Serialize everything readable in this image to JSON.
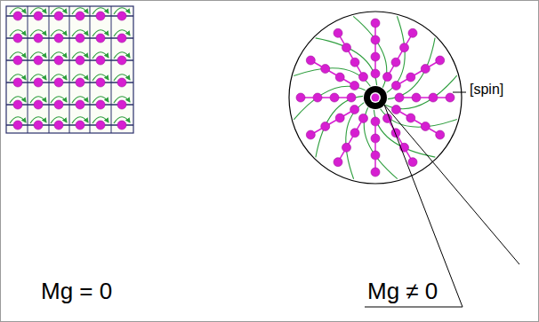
{
  "diagram": {
    "labels": [
      "Mg = 0",
      "Mg ≠ 0",
      "[spin]"
    ]
  }
}
